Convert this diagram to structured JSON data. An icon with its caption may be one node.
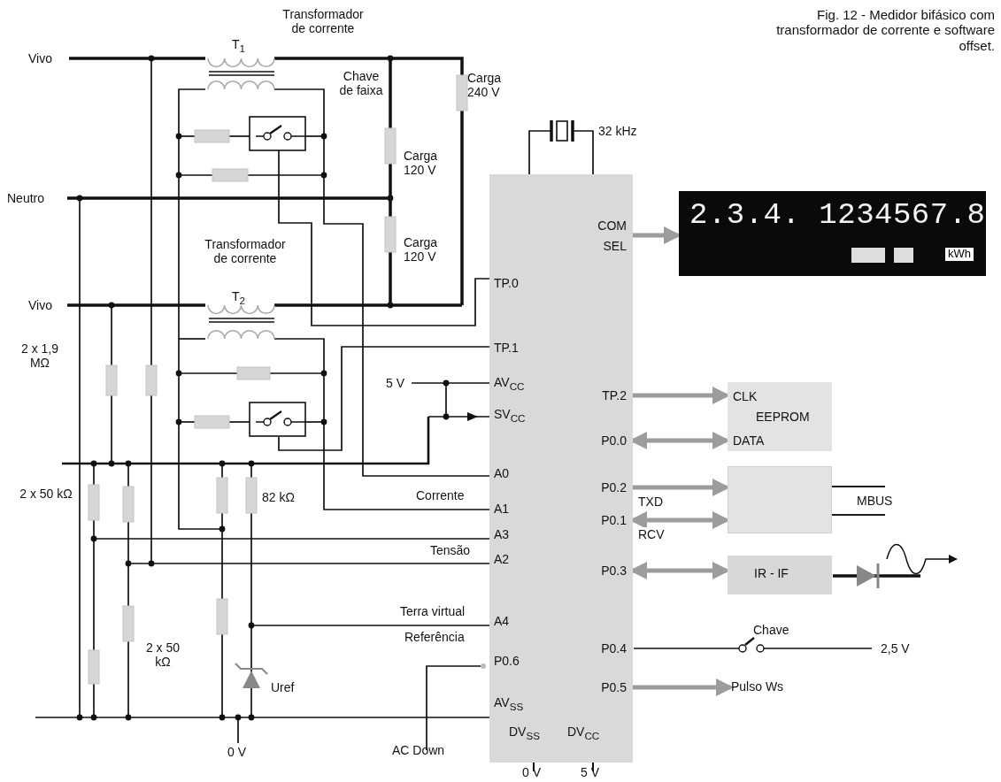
{
  "diagram": {
    "caption": "Fig. 12 - Medidor bifásico com transformador de corrente e software offset.",
    "nodes": [
      {
        "text": [
          "COM",
          "SEL",
          "TP.0",
          "TP.1",
          "AV$_{CC}$",
          "TP.2",
          "SV$_{CC}$",
          "P0.0",
          "A0",
          "P0.2",
          "A1",
          "P0.1",
          "A3",
          "A2",
          "P0.3",
          "A4",
          "P0.4",
          "P0.6",
          "P0.5",
          "AV$_{SS}$",
          "DV$_{SS}$",
          "DV$_{CC}$"
        ],
        "beside": [
          "0 V",
          "5 V"
        ]
      },
      {
        "text": [
          "2.3.4. 1234567.8",
          "kWh"
        ]
      },
      {
        "text": [
          "CLK",
          "EEPROM",
          "DATA"
        ]
      },
      {
        "text": [],
        "shape": "box"
      },
      {
        "text": [
          "IR - IF"
        ]
      },
      {
        "text": [
          "Pulso Ws"
        ]
      }
    ],
    "edges": [
      {
        "from": 0,
        "to": 1,
        "arrow": "to"
      },
      {
        "from": 0,
        "to": 2,
        "arrow": "to"
      },
      {
        "from": 0,
        "to": 2,
        "arrow": "both"
      },
      {
        "from": 0,
        "to": 3,
        "arrow": "to",
        "label": "TXD"
      },
      {
        "from": 0,
        "to": 3,
        "arrow": "both",
        "label": "RCV"
      },
      {
        "from": 0,
        "to": 4,
        "arrow": "both"
      },
      {
        "from": 0,
        "to": 5,
        "arrow": "to"
      },
      {
        "from": 3,
        "to": null,
        "arrow": "none",
        "color": "#1a1a1a"
      },
      {
        "from": 3,
        "to": null,
        "arrow": "none",
        "color": "#1a1a1a"
      }
    ],
    "labels": [
      "Transformador de corrente",
      "T$_{1}$",
      "Vivo",
      "Chave de faixa",
      "Carga 240 V",
      "Carga 120 V",
      "Neutro",
      "Transformador de corrente",
      "Carga 120 V",
      "T$_{2}$",
      "Vivo",
      "2 x 1,9 MΩ",
      "5 V",
      "2 x 50 kΩ",
      "82 kΩ",
      "Corrente",
      "Tensão",
      "Terra virtual",
      "Referência",
      "2 x 50 kΩ",
      "Uref",
      "0 V",
      "AC Down",
      "32 kHz",
      "MBUS",
      "Chave",
      "2,5 V"
    ]
  }
}
